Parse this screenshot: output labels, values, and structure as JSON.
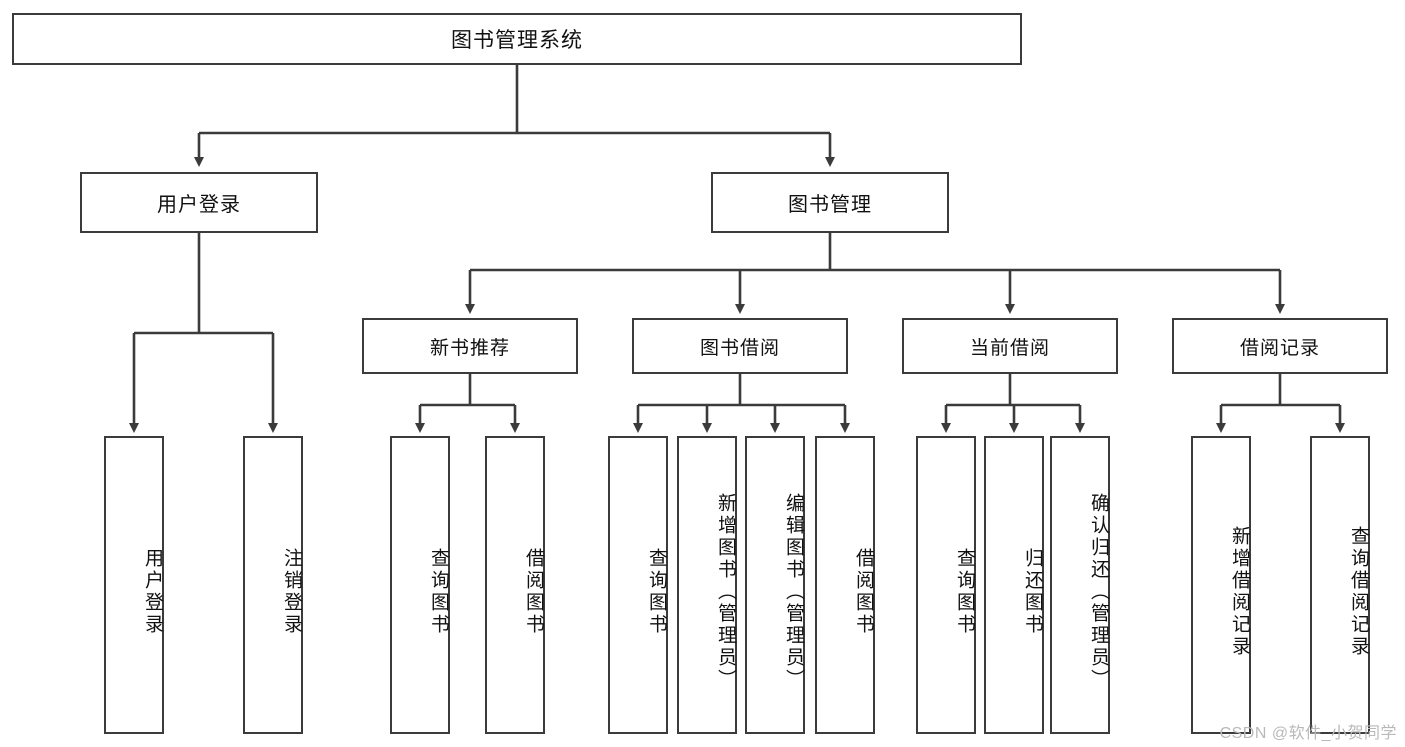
{
  "diagram": {
    "title": "图书管理系统",
    "type": "tree",
    "root": {
      "label": "图书管理系统"
    },
    "level2": [
      {
        "id": "user-login",
        "label": "用户登录"
      },
      {
        "id": "book-manage",
        "label": "图书管理"
      }
    ],
    "level3": [
      {
        "id": "new-book-recommend",
        "label": "新书推荐",
        "parent": "book-manage"
      },
      {
        "id": "book-borrow",
        "label": "图书借阅",
        "parent": "book-manage"
      },
      {
        "id": "current-borrow",
        "label": "当前借阅",
        "parent": "book-manage"
      },
      {
        "id": "borrow-record",
        "label": "借阅记录",
        "parent": "book-manage"
      }
    ],
    "leaves": [
      {
        "id": "leaf-user-login",
        "label": "用户登录",
        "parent": "user-login"
      },
      {
        "id": "leaf-logout",
        "label": "注销登录",
        "parent": "user-login"
      },
      {
        "id": "leaf-query-book-1",
        "label": "查询图书",
        "parent": "new-book-recommend"
      },
      {
        "id": "leaf-borrow-book-1",
        "label": "借阅图书",
        "parent": "new-book-recommend"
      },
      {
        "id": "leaf-query-book-2",
        "label": "查询图书",
        "parent": "book-borrow"
      },
      {
        "id": "leaf-add-book",
        "label": "新增图书（管理员）",
        "parent": "book-borrow"
      },
      {
        "id": "leaf-edit-book",
        "label": "编辑图书（管理员）",
        "parent": "book-borrow"
      },
      {
        "id": "leaf-borrow-book-2",
        "label": "借阅图书",
        "parent": "book-borrow"
      },
      {
        "id": "leaf-query-book-3",
        "label": "查询图书",
        "parent": "current-borrow"
      },
      {
        "id": "leaf-return-book",
        "label": "归还图书",
        "parent": "current-borrow"
      },
      {
        "id": "leaf-confirm-return",
        "label": "确认归还（管理员）",
        "parent": "current-borrow"
      },
      {
        "id": "leaf-add-record",
        "label": "新增借阅记录",
        "parent": "borrow-record"
      },
      {
        "id": "leaf-query-record",
        "label": "查询借阅记录",
        "parent": "borrow-record"
      }
    ],
    "colors": {
      "border": "#3b3b3b",
      "background": "#ffffff",
      "text": "#111111",
      "connector": "#3b3b3b",
      "watermark": "#b9b9b9"
    }
  },
  "watermark": {
    "text": "CSDN @软件_小贺同学"
  }
}
